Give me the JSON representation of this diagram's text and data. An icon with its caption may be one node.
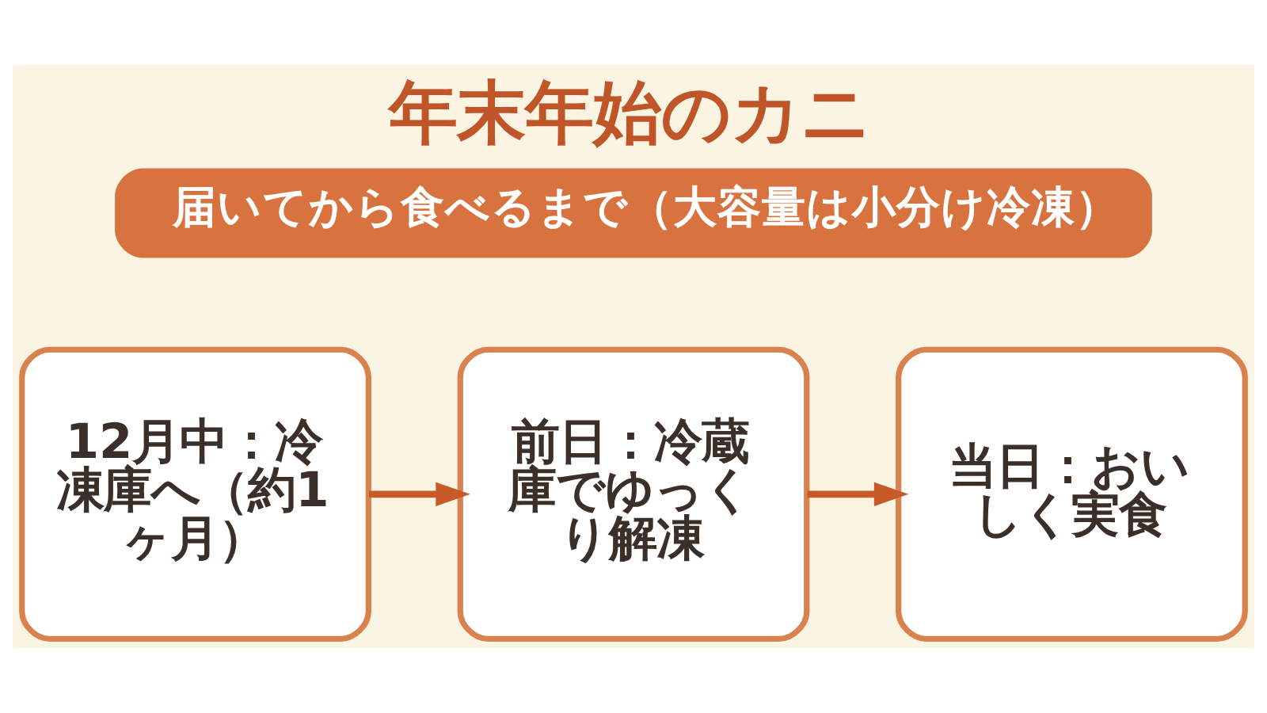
{
  "diagram": {
    "title": "年末年始のカニ",
    "nodes": [
      {
        "text": [
          "届いてから食べるまで（大容量は小分け冷凍）"
        ]
      },
      {
        "text": [
          "12月中：冷凍庫へ（約1ヶ月）"
        ]
      },
      {
        "text": [
          "前日：冷蔵庫でゆっくり解凍"
        ]
      },
      {
        "text": [
          "当日：おいしく実食"
        ]
      }
    ],
    "edges": [
      {
        "from": 1,
        "to": 2,
        "arrow": "to"
      },
      {
        "from": 2,
        "to": 3,
        "arrow": "to"
      }
    ]
  }
}
